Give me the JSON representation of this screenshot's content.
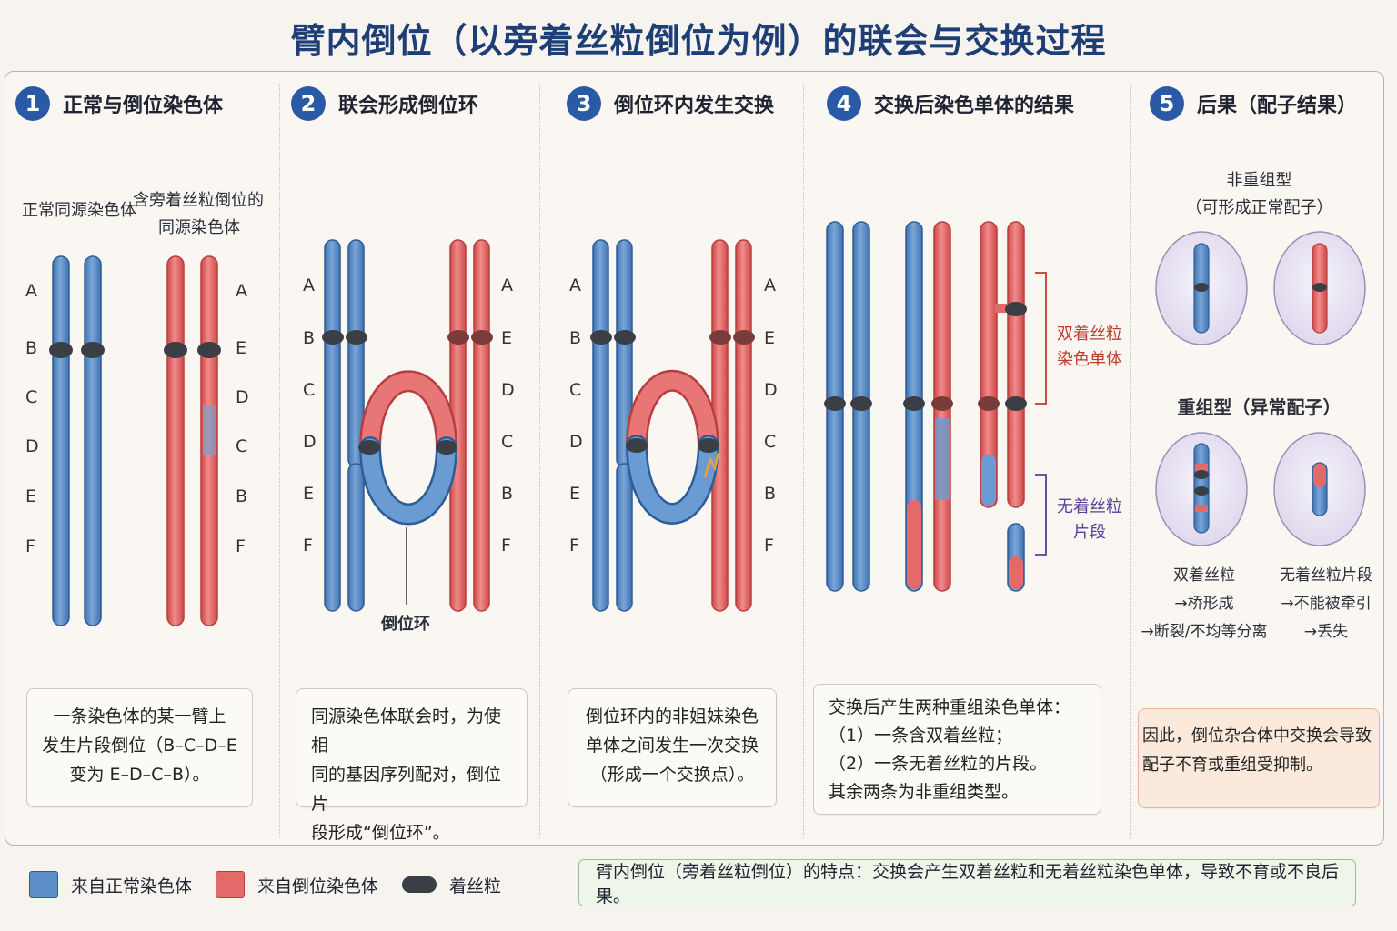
{
  "title": "臂内倒位（以旁着丝粒倒位为例）的联会与交换过程",
  "panels": [
    {
      "num": "1",
      "title": "正常与倒位染色体"
    },
    {
      "num": "2",
      "title": "联会形成倒位环"
    },
    {
      "num": "3",
      "title": "倒位环内发生交换"
    },
    {
      "num": "4",
      "title": "交换后染色单体的结果"
    },
    {
      "num": "5",
      "title": "后果（配子结果）"
    }
  ],
  "p1": {
    "normal_label": "正常同源染色体",
    "inv_label_1": "含旁着丝粒倒位的",
    "inv_label_2": "同源染色体",
    "normal_letters": [
      "A",
      "B",
      "C",
      "D",
      "E",
      "F"
    ],
    "inv_letters": [
      "A",
      "E",
      "D",
      "C",
      "B",
      "F"
    ],
    "note_1": "一条染色体的某一臂上",
    "note_2": "发生片段倒位（B–C–D–E",
    "note_3": "变为 E–D–C–B）。"
  },
  "p2": {
    "left_letters": [
      "A",
      "B",
      "C",
      "D",
      "E",
      "F"
    ],
    "right_letters": [
      "A",
      "E",
      "D",
      "C",
      "B",
      "F"
    ],
    "loop_label": "倒位环",
    "note_1": "同源染色体联会时，为使相",
    "note_2": "同的基因序列配对，倒位片",
    "note_3": "段形成“倒位环”。"
  },
  "p3": {
    "left_letters": [
      "A",
      "B",
      "C",
      "D",
      "E",
      "F"
    ],
    "right_letters": [
      "A",
      "E",
      "D",
      "C",
      "B",
      "F"
    ],
    "note_1": "倒位环内的非姐妹染色",
    "note_2": "单体之间发生一次交换",
    "note_3": "（形成一个交换点）。"
  },
  "p4": {
    "dicentric_label_1": "双着丝粒",
    "dicentric_label_2": "染色单体",
    "acentric_label_1": "无着丝粒",
    "acentric_label_2": "片段",
    "note_1": "交换后产生两种重组染色单体：",
    "note_2": "（1）一条含双着丝粒；",
    "note_3": "（2）一条无着丝粒的片段。",
    "note_4": "其余两条为非重组类型。"
  },
  "p5": {
    "nonrec_1": "非重组型",
    "nonrec_2": "（可形成正常配子）",
    "rec": "重组型（异常配子）",
    "dic_1": "双着丝粒",
    "dic_2": "→桥形成",
    "dic_3": "→断裂/不均等分离",
    "ace_1": "无着丝粒片段",
    "ace_2": "→不能被牵引",
    "ace_3": "→丢失",
    "note_1": "因此，倒位杂合体中交换会导致",
    "note_2": "配子不育或重组受抑制。"
  },
  "legend": {
    "normal": "来自正常染色体",
    "inverted": "来自倒位染色体",
    "centromere": "着丝粒"
  },
  "footer": "臂内倒位（旁着丝粒倒位）的特点：交换会产生双着丝粒和无着丝粒染色单体，导致不育或不良后果。",
  "colors": {
    "blue": "#5c8fc9",
    "red": "#e46a6a",
    "centromere": "#3a3e45",
    "title": "#1e3f75",
    "accent_dicentric": "#c0392b",
    "accent_acentric": "#5b3e99"
  }
}
